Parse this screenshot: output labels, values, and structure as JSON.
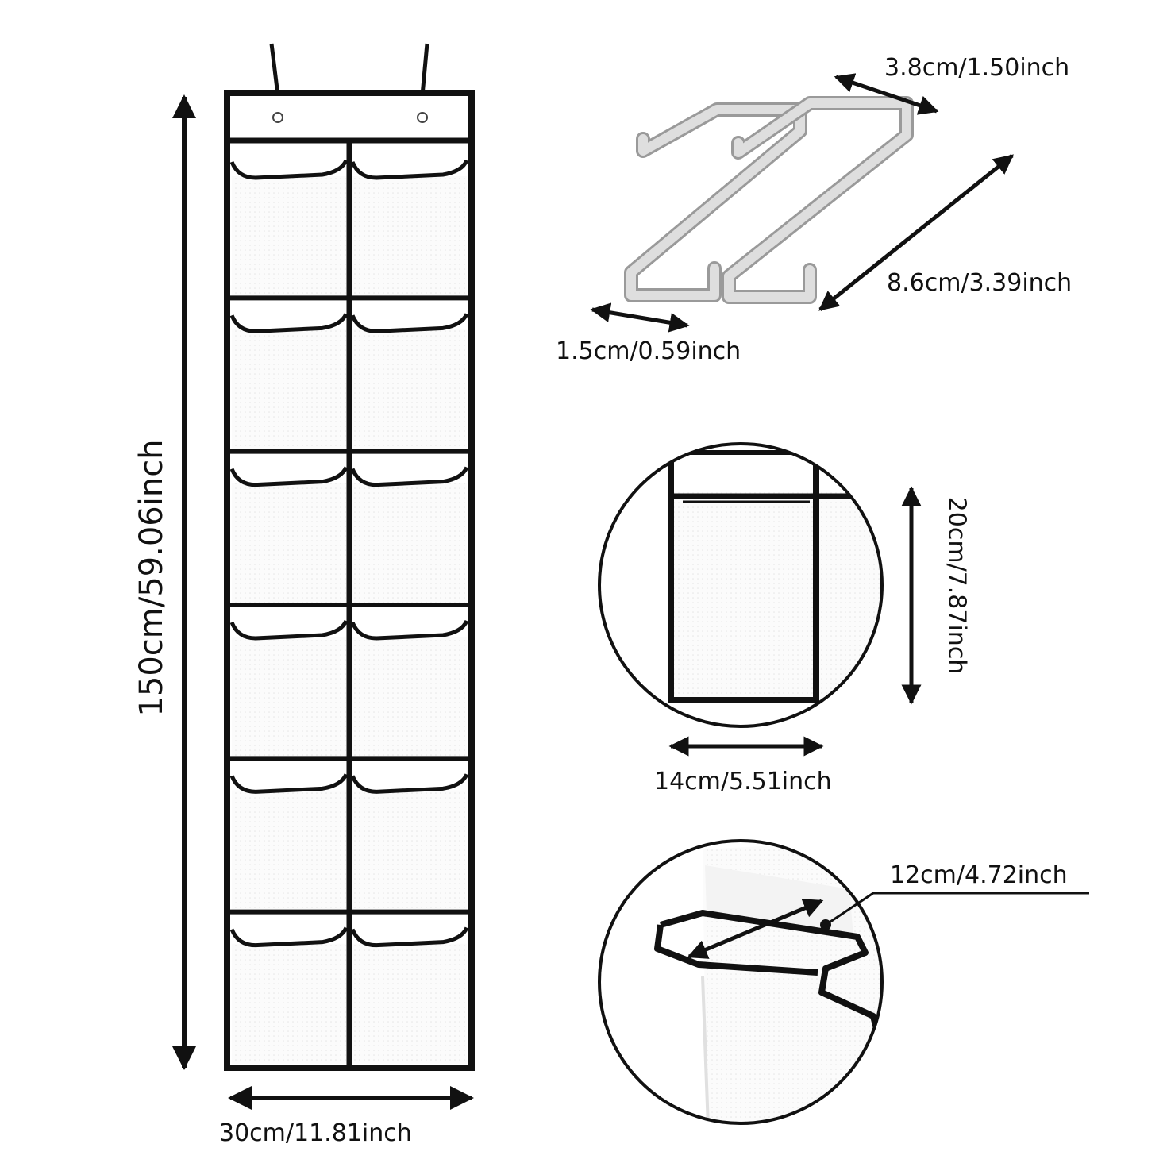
{
  "dimensions": {
    "height": "150cm/59.06inch",
    "width": "30cm/11.81inch",
    "hook_width": "3.8cm/1.50inch",
    "hook_length": "8.6cm/3.39inch",
    "hook_gap": "1.5cm/0.59inch",
    "pocket_height": "20cm/7.87inch",
    "pocket_width": "14cm/5.51inch",
    "pocket_depth": "12cm/4.72inch"
  },
  "colors": {
    "trim": "#111111",
    "fabric": "#ffffff",
    "hook": "#d6d6d6"
  },
  "organizer": {
    "columns": 2,
    "rows": 6
  }
}
